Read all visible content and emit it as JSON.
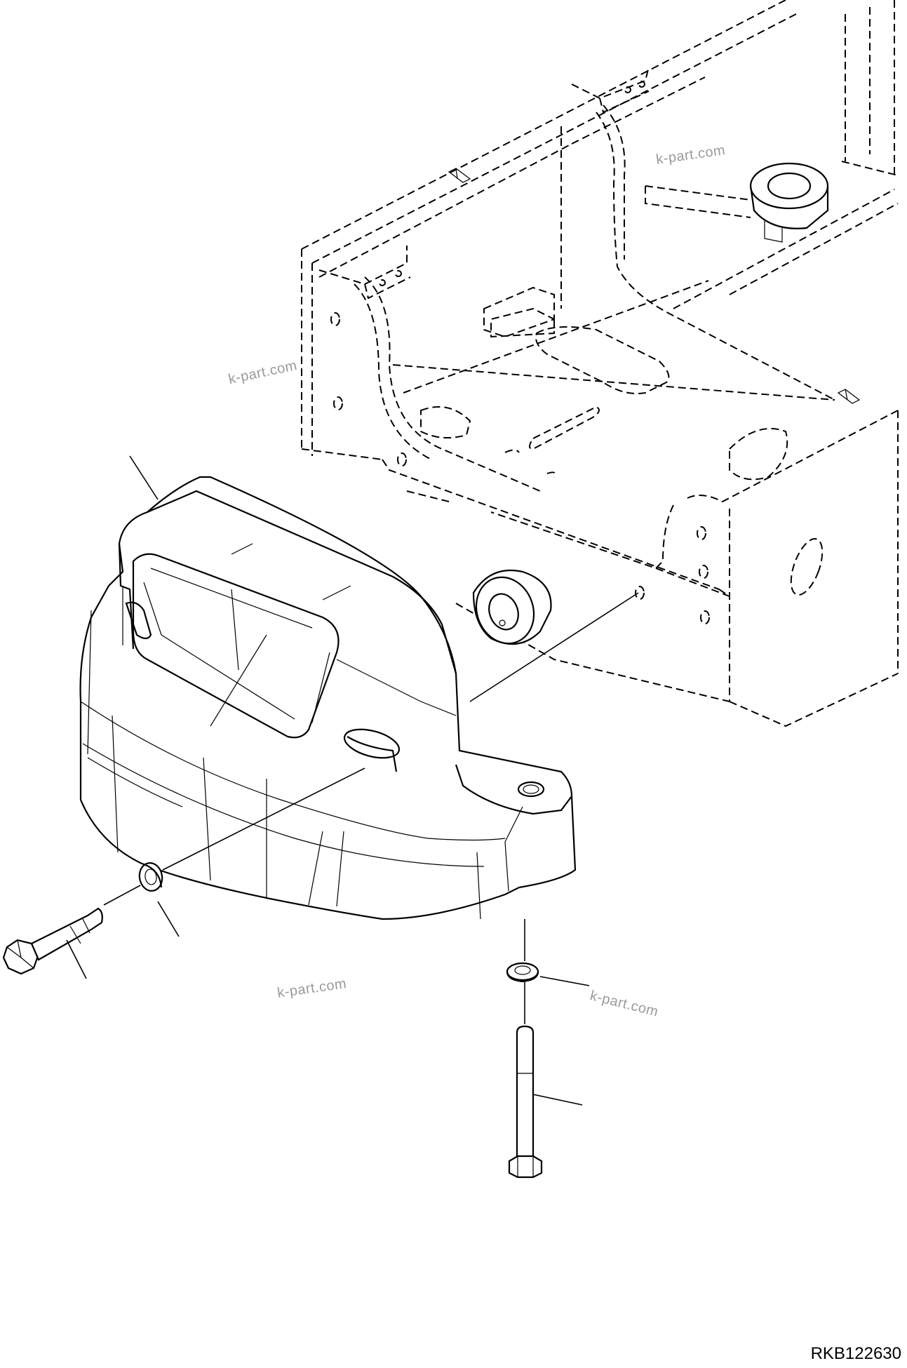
{
  "watermarks": [
    "k-part.com",
    "k-part.com",
    "k-part.com",
    "k-part.com"
  ],
  "drawing_code": "RKB122630",
  "parts": [
    {
      "name": "counterweight",
      "label": ""
    },
    {
      "name": "washer-left",
      "label": ""
    },
    {
      "name": "bolt-left",
      "label": ""
    },
    {
      "name": "washer-lower",
      "label": ""
    },
    {
      "name": "bolt-lower",
      "label": ""
    }
  ]
}
